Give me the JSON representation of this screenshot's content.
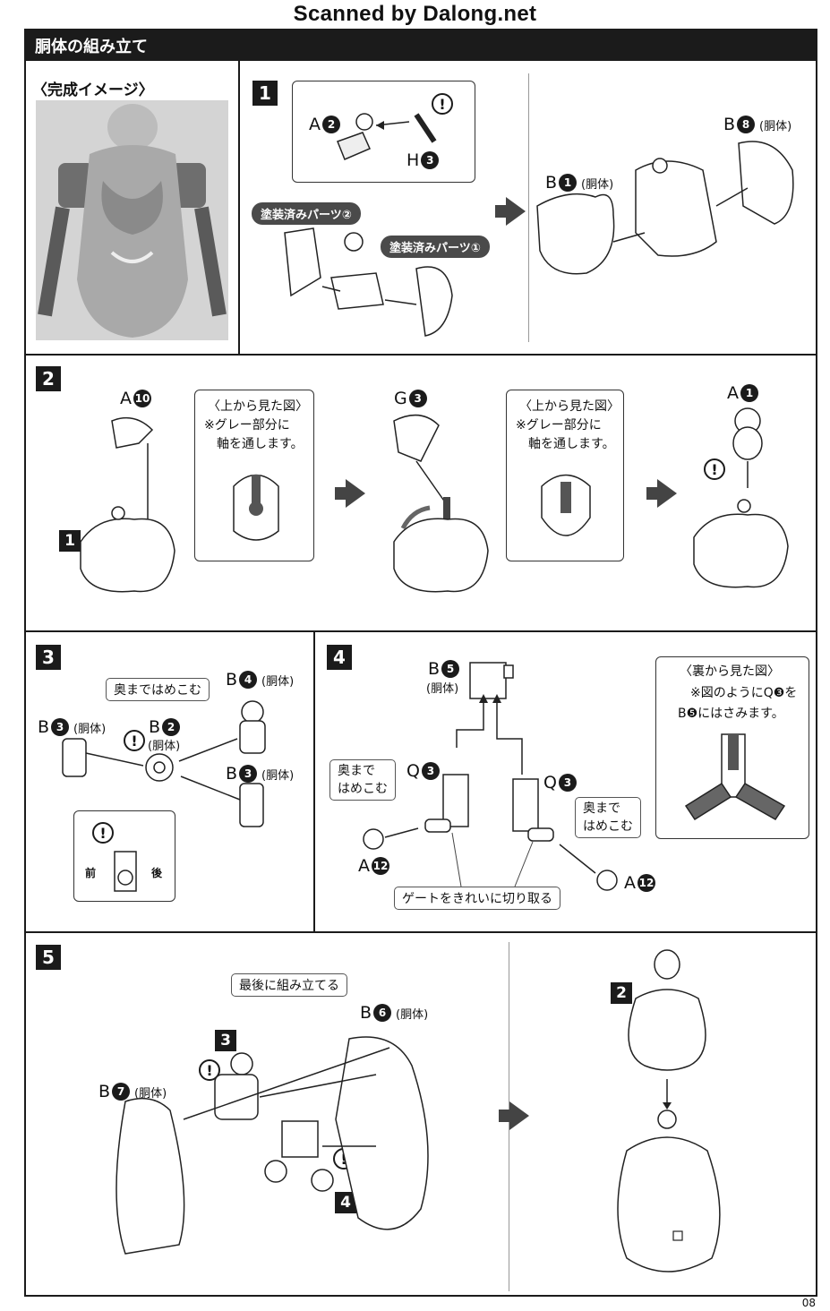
{
  "watermark": "Scanned by Dalong.net",
  "header_title": "胴体の組み立て",
  "image_title": "〈完成イメージ〉",
  "page_number": "08",
  "step1": {
    "num": "1",
    "a2": {
      "letter": "A",
      "num": "2"
    },
    "h3": {
      "letter": "H",
      "num": "3"
    },
    "painted2": "塗装済みパーツ②",
    "painted1": "塗装済みパーツ①",
    "b1": {
      "letter": "B",
      "num": "1",
      "sub": "(胴体)"
    },
    "b8": {
      "letter": "B",
      "num": "8",
      "sub": "(胴体)"
    }
  },
  "step2": {
    "num": "2",
    "a10": {
      "letter": "A",
      "num": "10"
    },
    "ref1": "1",
    "view_title": "〈上から見た図〉",
    "view_text1": "※グレー部分に",
    "view_text2": "軸を通します。",
    "g3": {
      "letter": "G",
      "num": "3"
    },
    "view2_title": "〈上から見た図〉",
    "view2_text1": "※グレー部分に",
    "view2_text2": "軸を通します。",
    "a1": {
      "letter": "A",
      "num": "1"
    }
  },
  "step3": {
    "num": "3",
    "note": "奥まではめこむ",
    "b4": {
      "letter": "B",
      "num": "4",
      "sub": "(胴体)"
    },
    "b3a": {
      "letter": "B",
      "num": "3",
      "sub": "(胴体)"
    },
    "b2": {
      "letter": "B",
      "num": "2",
      "sub": "(胴体)"
    },
    "b3b": {
      "letter": "B",
      "num": "3",
      "sub": "(胴体)"
    },
    "front": "前",
    "back": "後"
  },
  "step4": {
    "num": "4",
    "b5": {
      "letter": "B",
      "num": "5",
      "sub": "(胴体)"
    },
    "q3a": {
      "letter": "Q",
      "num": "3"
    },
    "q3b": {
      "letter": "Q",
      "num": "3"
    },
    "note_left1": "奥まで",
    "note_left2": "はめこむ",
    "note_right1": "奥まで",
    "note_right2": "はめこむ",
    "a12a": {
      "letter": "A",
      "num": "12"
    },
    "a12b": {
      "letter": "A",
      "num": "12"
    },
    "gate_note": "ゲートをきれいに切り取る",
    "view_title": "〈裏から見た図〉",
    "view_text1": "※図のようにQ❸を",
    "view_text2": "B❺にはさみます。"
  },
  "step5": {
    "num": "5",
    "last_note": "最後に組み立てる",
    "b6": {
      "letter": "B",
      "num": "6",
      "sub": "(胴体)"
    },
    "b7": {
      "letter": "B",
      "num": "7",
      "sub": "(胴体)"
    },
    "ref3": "3",
    "ref4": "4",
    "ref2": "2"
  },
  "colors": {
    "dark": "#1b1b1b",
    "arrow": "#444444",
    "gray": "#9a9a9a"
  }
}
